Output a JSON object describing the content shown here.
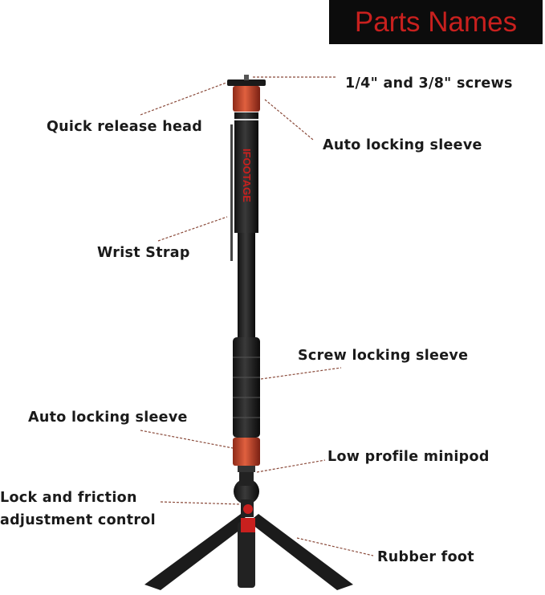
{
  "title": "Parts Names",
  "brand_text": "IFOOTAGE",
  "labels": {
    "screws": "1/4\" and 3/8\" screws",
    "quick_release_head": "Quick release head",
    "auto_locking_sleeve_top": "Auto locking sleeve",
    "wrist_strap": "Wrist Strap",
    "screw_locking_sleeve": "Screw locking sleeve",
    "auto_locking_sleeve_bottom": "Auto locking sleeve",
    "low_profile_minipod": "Low profile minipod",
    "lock_friction_line1": "Lock and friction",
    "lock_friction_line2": "adjustment control",
    "rubber_foot": "Rubber foot"
  },
  "colors": {
    "accent_red": "#c8201e",
    "title_bg": "#0c0c0c",
    "collar_red": "#c9472e"
  }
}
